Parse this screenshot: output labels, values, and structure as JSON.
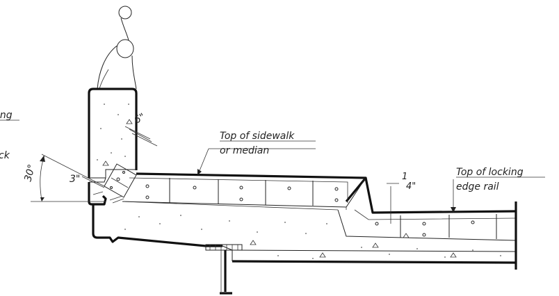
{
  "labels": {
    "sidewalk_top_line1": "Top of sidewalk",
    "sidewalk_top_line2": "or median",
    "rail_top_line1": "Top of locking",
    "rail_top_line2": "edge rail",
    "angle": "30°",
    "dim_6in": "6\"",
    "dim_3in": "3\"",
    "dim_quarter_num": "1",
    "dim_quarter_den": "4\"",
    "cut_left_1": "ing",
    "cut_left_2": "ck"
  }
}
